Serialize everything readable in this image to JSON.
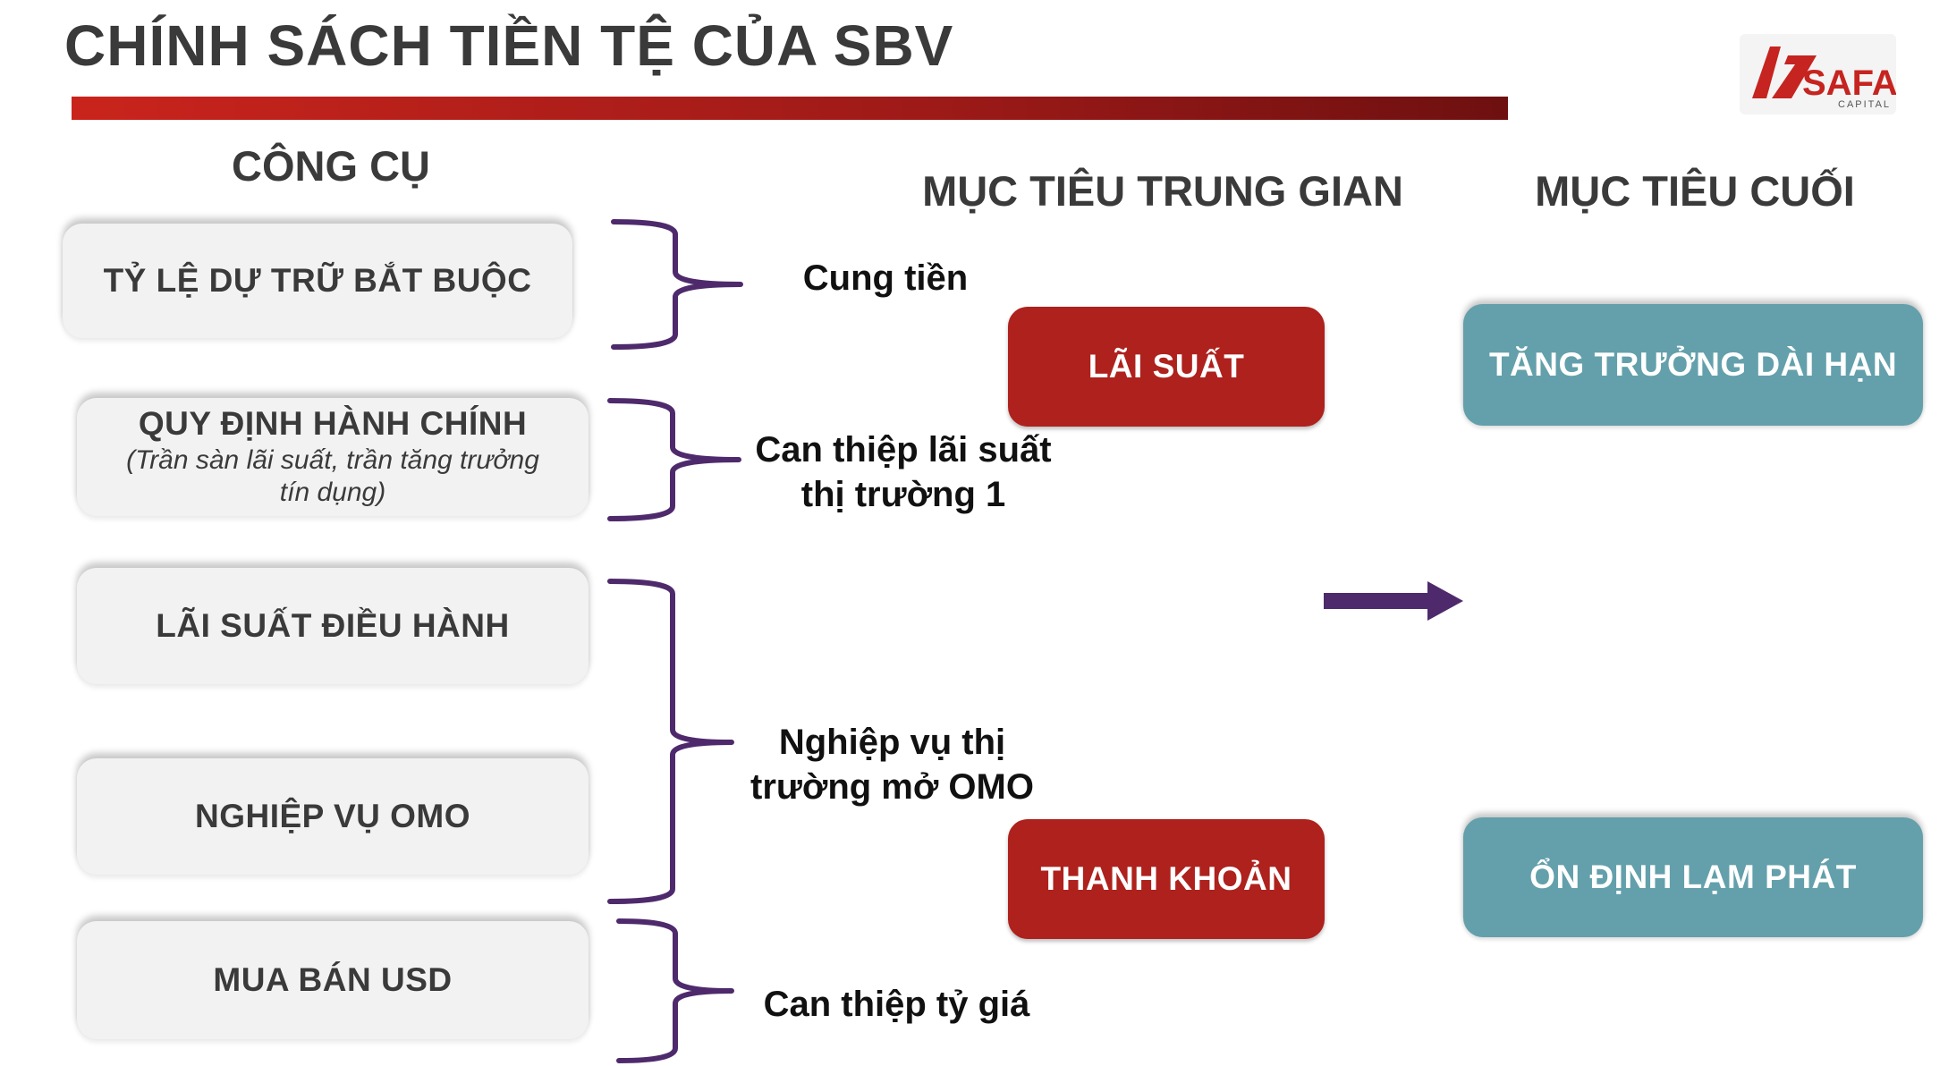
{
  "header": {
    "title": "CHÍNH SÁCH TIỀN TỆ CỦA SBV",
    "logo_text": "SAFA",
    "logo_subtext": "CAPITAL"
  },
  "columns": {
    "tools": "CÔNG CỤ",
    "intermediate": "MỤC TIÊU TRUNG GIAN",
    "final": "MỤC TIÊU CUỐI"
  },
  "tools": [
    {
      "label": "TỶ LỆ DỰ TRỮ BẮT BUỘC",
      "sub": ""
    },
    {
      "label": "QUY ĐỊNH HÀNH CHÍNH",
      "sub": "(Trần sàn lãi suất, trần tăng trưởng tín dụng)"
    },
    {
      "label": "LÃI SUẤT ĐIỀU HÀNH",
      "sub": ""
    },
    {
      "label": "NGHIỆP VỤ OMO",
      "sub": ""
    },
    {
      "label": "MUA BÁN USD",
      "sub": ""
    }
  ],
  "channels": [
    {
      "line1": "Cung tiền",
      "line2": ""
    },
    {
      "line1": "Can thiệp lãi suất",
      "line2": "thị trường 1"
    },
    {
      "line1": "Nghiệp vụ thị",
      "line2": "trường mở OMO"
    },
    {
      "line1": "Can thiệp tỷ giá",
      "line2": ""
    }
  ],
  "intermediate_targets": [
    "LÃI SUẤT",
    "THANH KHOẢN"
  ],
  "final_targets": [
    "TĂNG TRƯỞNG DÀI HẠN",
    "ỔN ĐỊNH LẠM PHÁT"
  ],
  "colors": {
    "title_rule": "#b41f1a",
    "brace": "#4e2a6c",
    "intermediate_box": "#ae211d",
    "final_box": "#63a0ab",
    "tool_box": "#f2f2f2"
  }
}
